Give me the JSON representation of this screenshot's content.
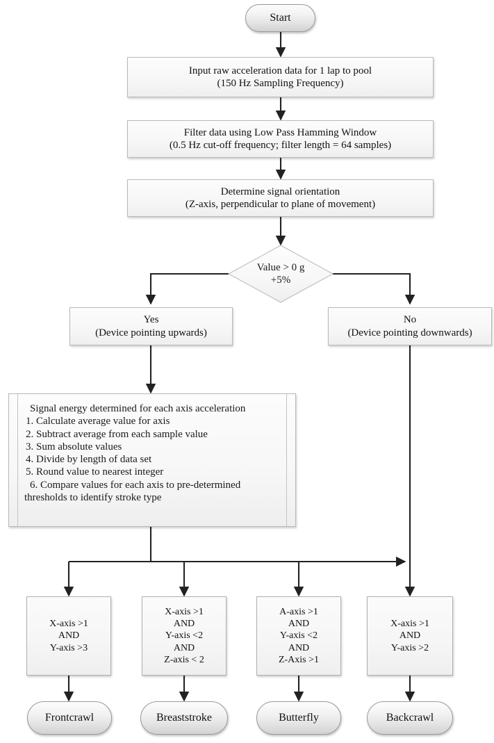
{
  "diagram": {
    "title": "Swimming stroke classification flowchart",
    "style": {
      "fill_light": "#fcfcfc",
      "fill_dark": "#efefef",
      "terminator_fill_dark": "#d2d2d2",
      "border": "#b9b9b9",
      "terminator_border": "#9a9a9a",
      "edge_color": "#222222",
      "text_color": "#111111",
      "background": "#ffffff"
    }
  },
  "nodes": {
    "start": {
      "label": "Start",
      "shape": "terminator"
    },
    "input_data": {
      "line1": "Input raw acceleration data for 1 lap to pool",
      "line2": "(150 Hz Sampling Frequency)",
      "shape": "process"
    },
    "filter_data": {
      "line1": "Filter data using Low Pass Hamming Window",
      "line2": "(0.5 Hz cut-off frequency; filter length = 64 samples)",
      "shape": "process"
    },
    "orientation": {
      "line1": "Determine signal orientation",
      "line2": "(Z-axis, perpendicular to plane of movement)",
      "shape": "process"
    },
    "decision": {
      "line1": "Value > 0 g",
      "line2": "+5%",
      "shape": "decision"
    },
    "yes_branch": {
      "line1": "Yes",
      "line2": "(Device pointing upwards)",
      "shape": "process"
    },
    "no_branch": {
      "line1": "No",
      "line2": "(Device pointing downwards)",
      "shape": "process"
    },
    "signal_energy": {
      "shape": "predefined-process",
      "heading": "Signal energy determined for each axis acceleration",
      "steps": [
        "1. Calculate average value for axis",
        "2. Subtract average from each sample value",
        "3. Sum absolute values",
        "4. Divide by length of data set",
        "5. Round value to nearest integer",
        "6. Compare values for each axis to pre-determined"
      ],
      "steps_continuation": "thresholds to identify stroke type"
    }
  },
  "conditions": [
    {
      "name": "frontcrawl-condition",
      "lines": [
        "X-axis >1",
        "AND",
        "Y-axis >3"
      ]
    },
    {
      "name": "breaststroke-condition",
      "lines": [
        "X-axis >1",
        "AND",
        "Y-axis <2",
        "AND",
        "Z-axis < 2"
      ]
    },
    {
      "name": "butterfly-condition",
      "lines": [
        "A-axis >1",
        "AND",
        "Y-axis <2",
        "AND",
        "Z-Axis >1"
      ]
    },
    {
      "name": "backcrawl-condition",
      "lines": [
        "X-axis >1",
        "AND",
        "Y-axis >2"
      ]
    }
  ],
  "outcomes": [
    {
      "name": "frontcrawl",
      "label": "Frontcrawl"
    },
    {
      "name": "breaststroke",
      "label": "Breaststroke"
    },
    {
      "name": "butterfly",
      "label": "Butterfly"
    },
    {
      "name": "backcrawl",
      "label": "Backcrawl"
    }
  ]
}
